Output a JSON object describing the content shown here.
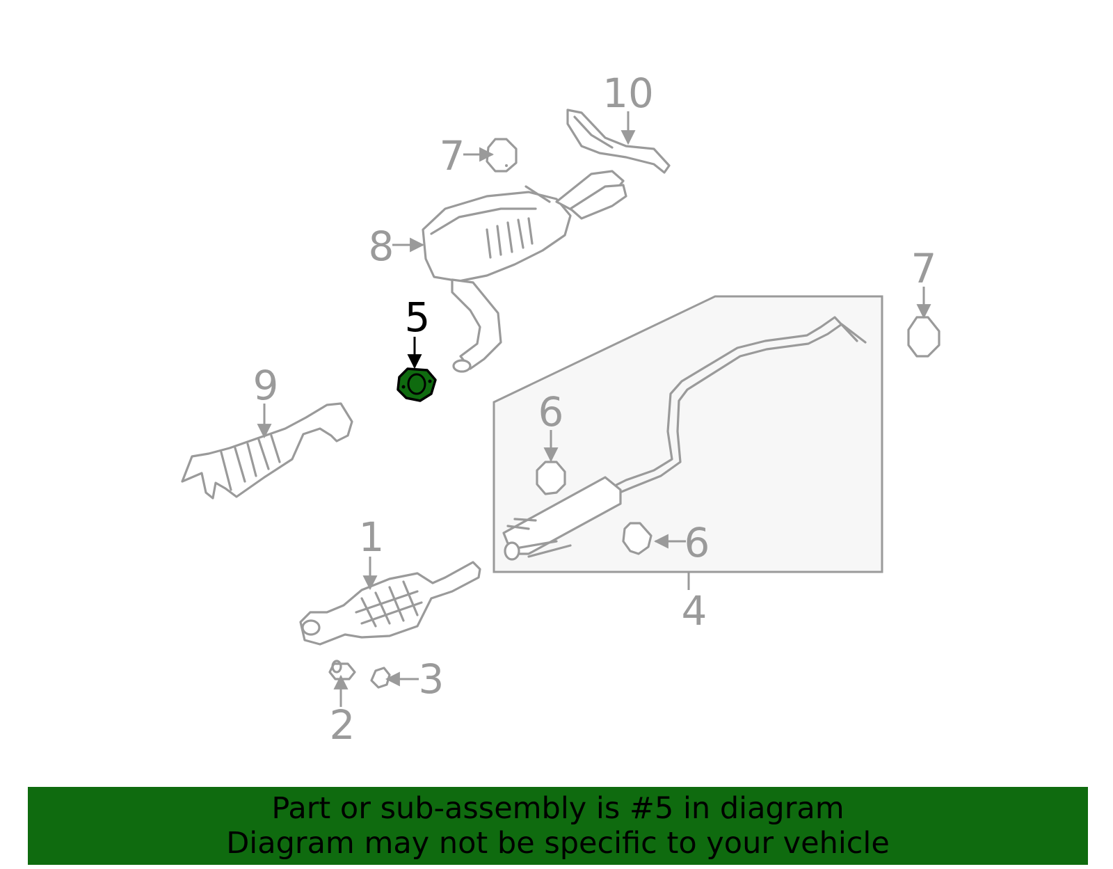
{
  "diagram": {
    "callouts": [
      {
        "id": "c1",
        "label": "1"
      },
      {
        "id": "c2",
        "label": "2"
      },
      {
        "id": "c3",
        "label": "3"
      },
      {
        "id": "c4",
        "label": "4"
      },
      {
        "id": "c5",
        "label": "5",
        "highlighted": true
      },
      {
        "id": "c6a",
        "label": "6"
      },
      {
        "id": "c6b",
        "label": "6"
      },
      {
        "id": "c7a",
        "label": "7"
      },
      {
        "id": "c7b",
        "label": "7"
      },
      {
        "id": "c8",
        "label": "8"
      },
      {
        "id": "c9",
        "label": "9"
      },
      {
        "id": "c10",
        "label": "10"
      }
    ],
    "highlight_color": "#0f6b0f",
    "part_color": "#9a9a9a"
  },
  "banner": {
    "line1": "Part or sub-assembly is #5 in diagram",
    "line2": "Diagram may not be specific to your vehicle",
    "background": "#0f6b0f"
  }
}
